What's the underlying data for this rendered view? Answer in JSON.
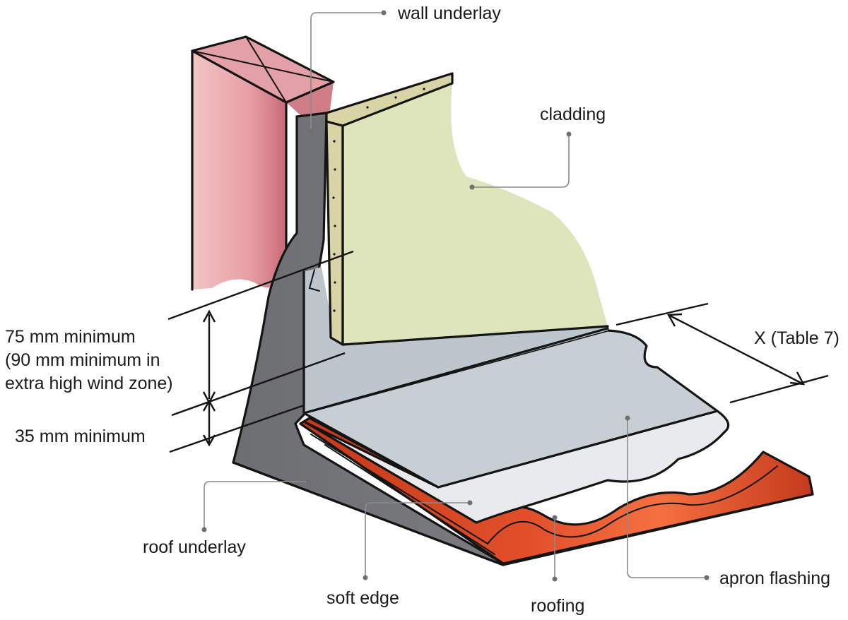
{
  "labels": {
    "wall_underlay": "wall underlay",
    "cladding": "cladding",
    "dimension_75_line1": "75 mm minimum",
    "dimension_75_line2": "(90 mm minimum in",
    "dimension_75_line3": "extra high wind zone)",
    "dimension_35": "35 mm minimum",
    "dimension_x": "X (Table 7)",
    "roof_underlay": "roof underlay",
    "soft_edge": "soft edge",
    "roofing": "roofing",
    "apron_flashing": "apron flashing"
  },
  "colors": {
    "wall_underlay": "#e8a9a9",
    "wall_underlay_shade": "#c9707c",
    "cladding": "#dde4b8",
    "cladding_edge": "#d9d6a8",
    "flashing_upstand": "#bcc5cb",
    "apron_flashing": "#c9d1d6",
    "soft_edge": "#e6e8ea",
    "roof_underlay": "#7c7d81",
    "roofing": "#d9441f",
    "roofing_highlight": "#f26a3a"
  }
}
